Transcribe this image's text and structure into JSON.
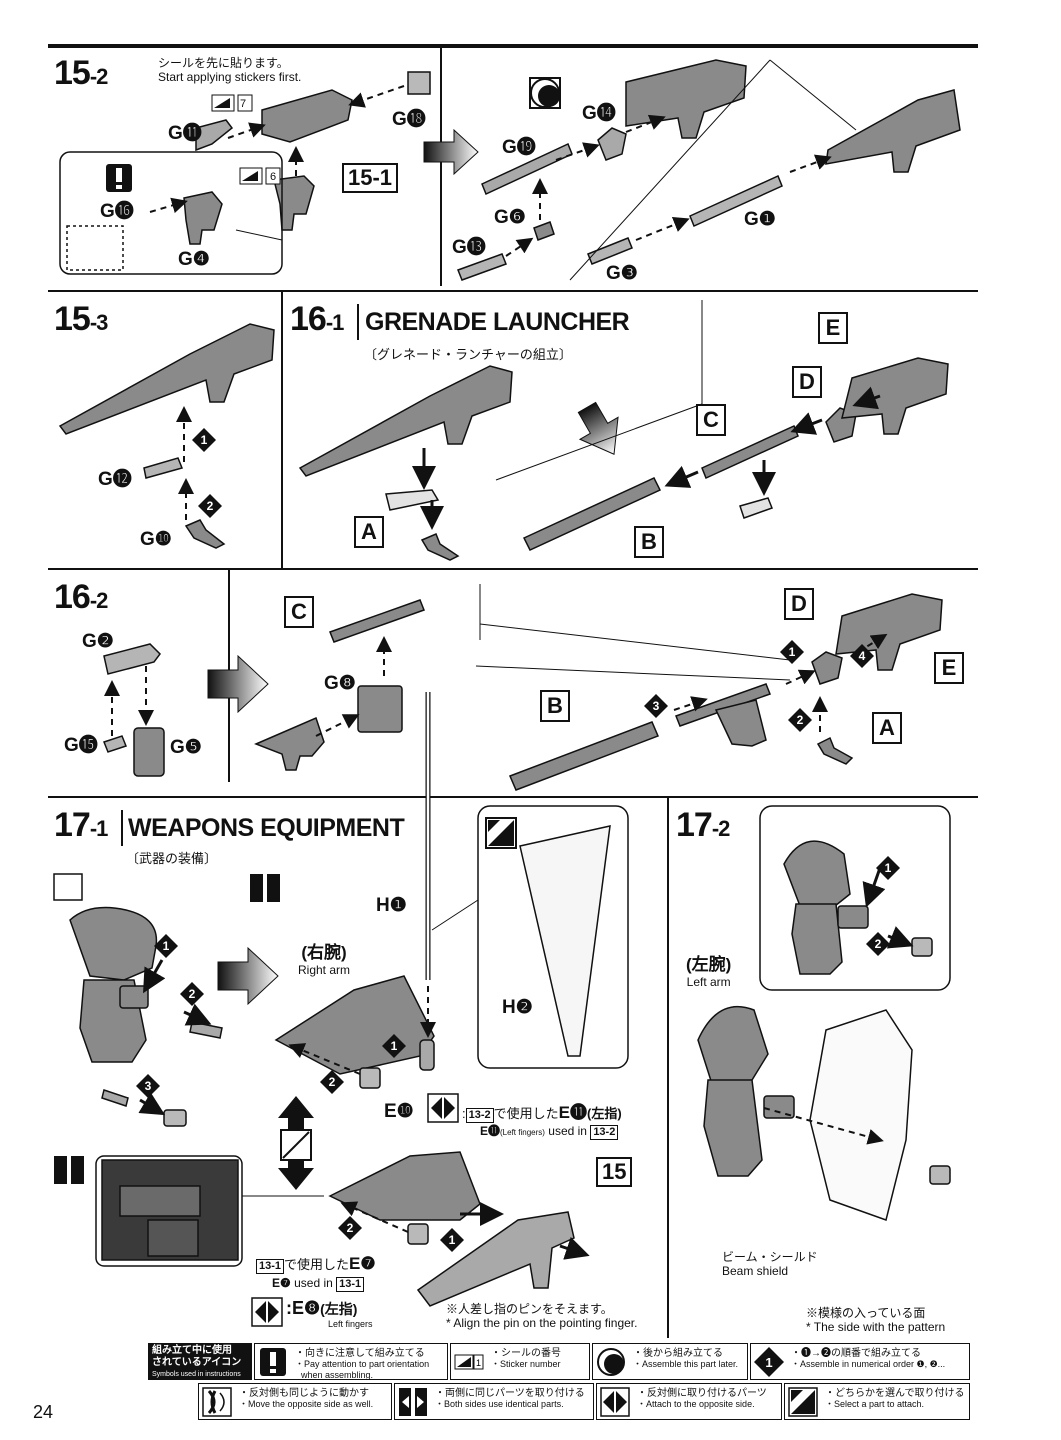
{
  "page_number": "24",
  "steps": {
    "s15_2": {
      "major": "15",
      "minor": "-2",
      "note_jp": "シールを先に貼ります。",
      "note_en": "Start applying stickers first.",
      "ref_box": "15-1"
    },
    "s15_3": {
      "major": "15",
      "minor": "-3"
    },
    "s16_1": {
      "major": "16",
      "minor": "-1",
      "title": "GRENADE LAUNCHER",
      "title_jp": "〔グレネード・ランチャーの組立〕"
    },
    "s16_2": {
      "major": "16",
      "minor": "-2"
    },
    "s17_1": {
      "major": "17",
      "minor": "-1",
      "title": "WEAPONS EQUIPMENT",
      "title_jp": "〔武器の装備〕",
      "right_arm_jp": "(右腕)",
      "right_arm_en": "Right arm",
      "ref_13_2_jp": "で使用した",
      "ref_13_2_part": "E⓫",
      "ref_13_2_paren": "(左指)",
      "ref_13_2_en_a": "E⓫",
      "ref_13_2_en_b": "(Left fingers)",
      "ref_13_2_en_c": "used in",
      "box_13_2": "13-2",
      "box_13_1": "13-1",
      "ref_13_1_jp": "で使用した",
      "ref_13_1_part": "E❼",
      "ref_13_1_en_a": "E❼",
      "ref_13_1_en_b": "used in",
      "e8_label": ":E❽",
      "e8_paren": "(左指)",
      "e8_en": "Left fingers",
      "pin_note_jp": "※人差し指のピンをそえます。",
      "pin_note_en": "* Align the pin on the pointing finger.",
      "ref_box_15": "15"
    },
    "s17_2": {
      "major": "17",
      "minor": "-2",
      "left_arm_jp": "(左腕)",
      "left_arm_en": "Left arm",
      "beam_jp": "ビーム・シールド",
      "beam_en": "Beam shield",
      "pattern_jp": "※模様の入っている面",
      "pattern_en": "* The side with the pattern"
    }
  },
  "parts": {
    "g11": "G⓫",
    "g18": "G⓲",
    "g16": "G⓰",
    "g4": "G❹",
    "g14": "G⓮",
    "g19": "G⓳",
    "g6": "G❻",
    "g13": "G⓭",
    "g1": "G❶",
    "g3": "G❸",
    "g12": "G⓬",
    "g10": "G❿",
    "g2": "G❷",
    "g15": "G⓯",
    "g5": "G❺",
    "g8": "G❽",
    "h1": "H❶",
    "h2": "H❷",
    "e10": "E❿",
    "sticker7": "7",
    "sticker6": "6",
    "A": "A",
    "B": "B",
    "C": "C",
    "D": "D",
    "E": "E"
  },
  "legend": {
    "head_1": "組み立て中に使用",
    "head_2": "されているアイコン",
    "head_3": "Symbols used in instructions",
    "attention_jp": "・向きに注意して組み立てる",
    "attention_en_1": "・Pay attention to part orientation",
    "attention_en_2": "when assembling.",
    "sticker_jp": "・シールの番号",
    "sticker_en": "・Sticker number",
    "sticker_num": "1",
    "later_jp": "・後から組み立てる",
    "later_en": "・Assemble this part later.",
    "order_jp": "・❶→❷の順番で組み立てる",
    "order_en": "・Assemble in numerical order ❶, ❷...",
    "opposite_jp": "・反対側も同じように動かす",
    "opposite_en": "・Move the opposite side as well.",
    "both_jp": "・両側に同じパーツを取り付ける",
    "both_en": "・Both sides use identical parts.",
    "attach_jp": "・反対側に取り付けるパーツ",
    "attach_en": "・Attach to the opposite side.",
    "select_jp": "・どちらかを選んで取り付ける",
    "select_en": "・Select a part to attach."
  },
  "colors": {
    "ink": "#111111",
    "part": "#8a8a8a",
    "part_light": "#c8c8c8"
  }
}
